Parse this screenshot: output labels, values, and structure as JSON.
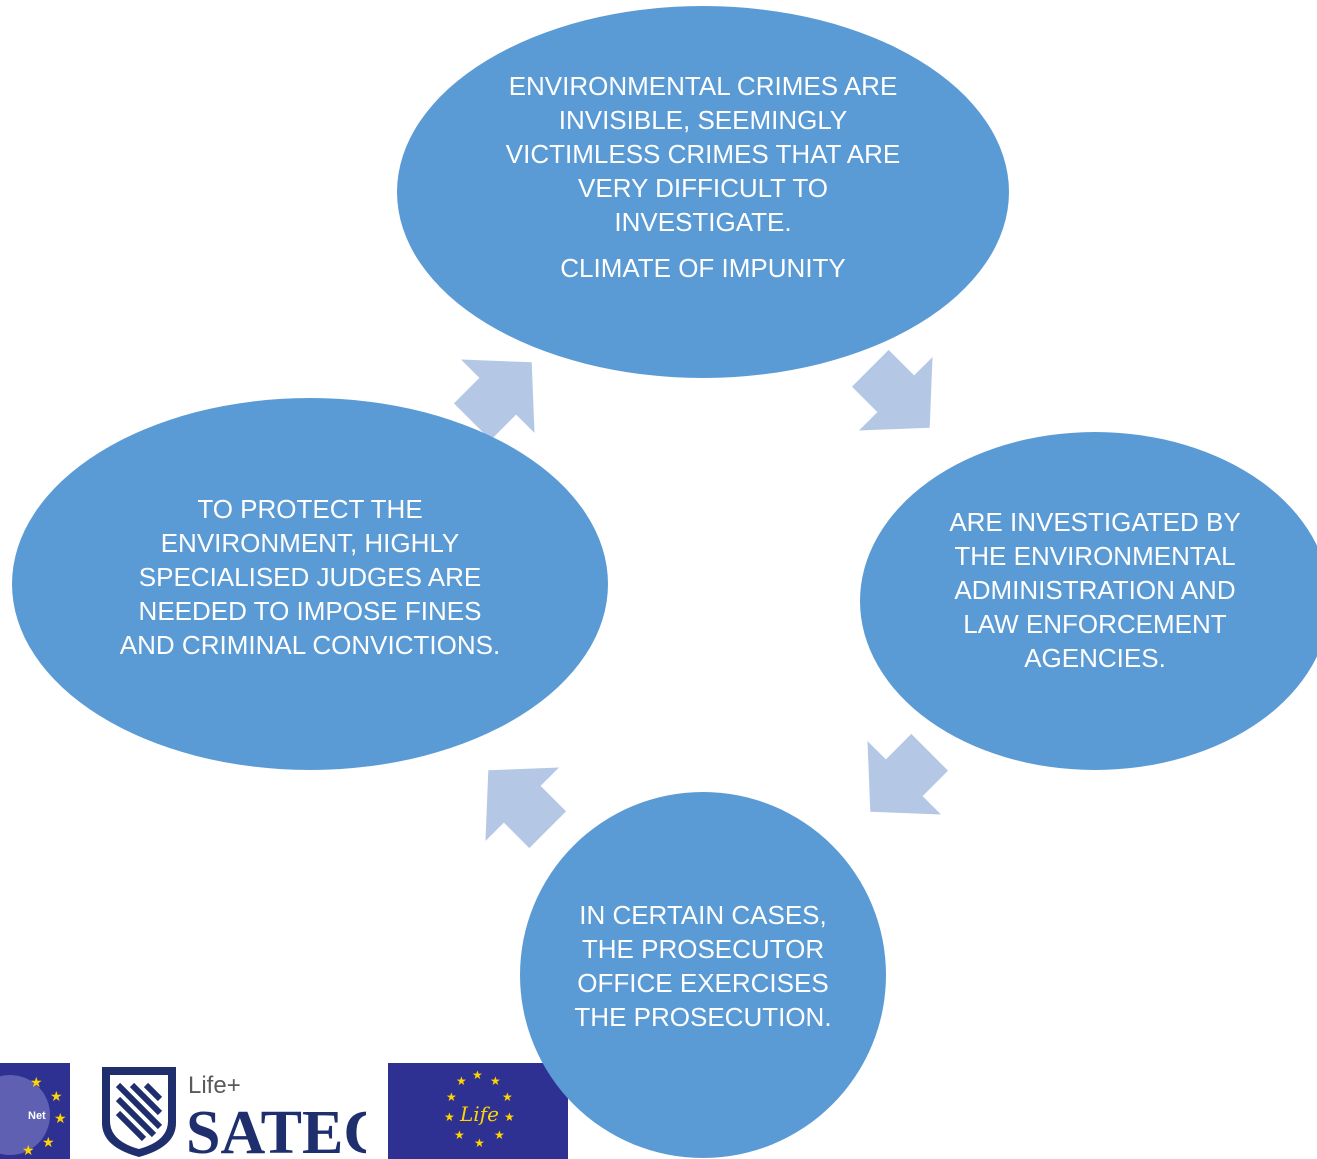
{
  "diagram": {
    "nodes": {
      "top": {
        "text": "ENVIRONMENTAL CRIMES ARE INVISIBLE, SEEMINGLY VICTIMLESS CRIMES THAT ARE VERY DIFFICULT TO INVESTIGATE.",
        "subtext": "CLIMATE OF IMPUNITY"
      },
      "right": {
        "text": "ARE INVESTIGATED BY THE ENVIRONMENTAL ADMINISTRATION AND LAW ENFORCEMENT AGENCIES."
      },
      "bottom": {
        "text": "IN CERTAIN CASES, THE PROSECUTOR OFFICE EXERCISES THE PROSECUTION."
      },
      "left": {
        "text": "TO PROTECT THE ENVIRONMENT, HIGHLY SPECIALISED JUDGES ARE NEEDED TO IMPOSE FINES AND CRIMINAL CONVICTIONS."
      }
    },
    "colors": {
      "node_fill": "#5b9bd5",
      "arrow_fill": "#b4c8e6",
      "text": "#ffffff"
    }
  },
  "logos": {
    "left_partial": {
      "text": "Net"
    },
    "satec": {
      "tagline": "Life+",
      "name": "SATEC"
    },
    "life": {
      "text": "Life"
    }
  }
}
